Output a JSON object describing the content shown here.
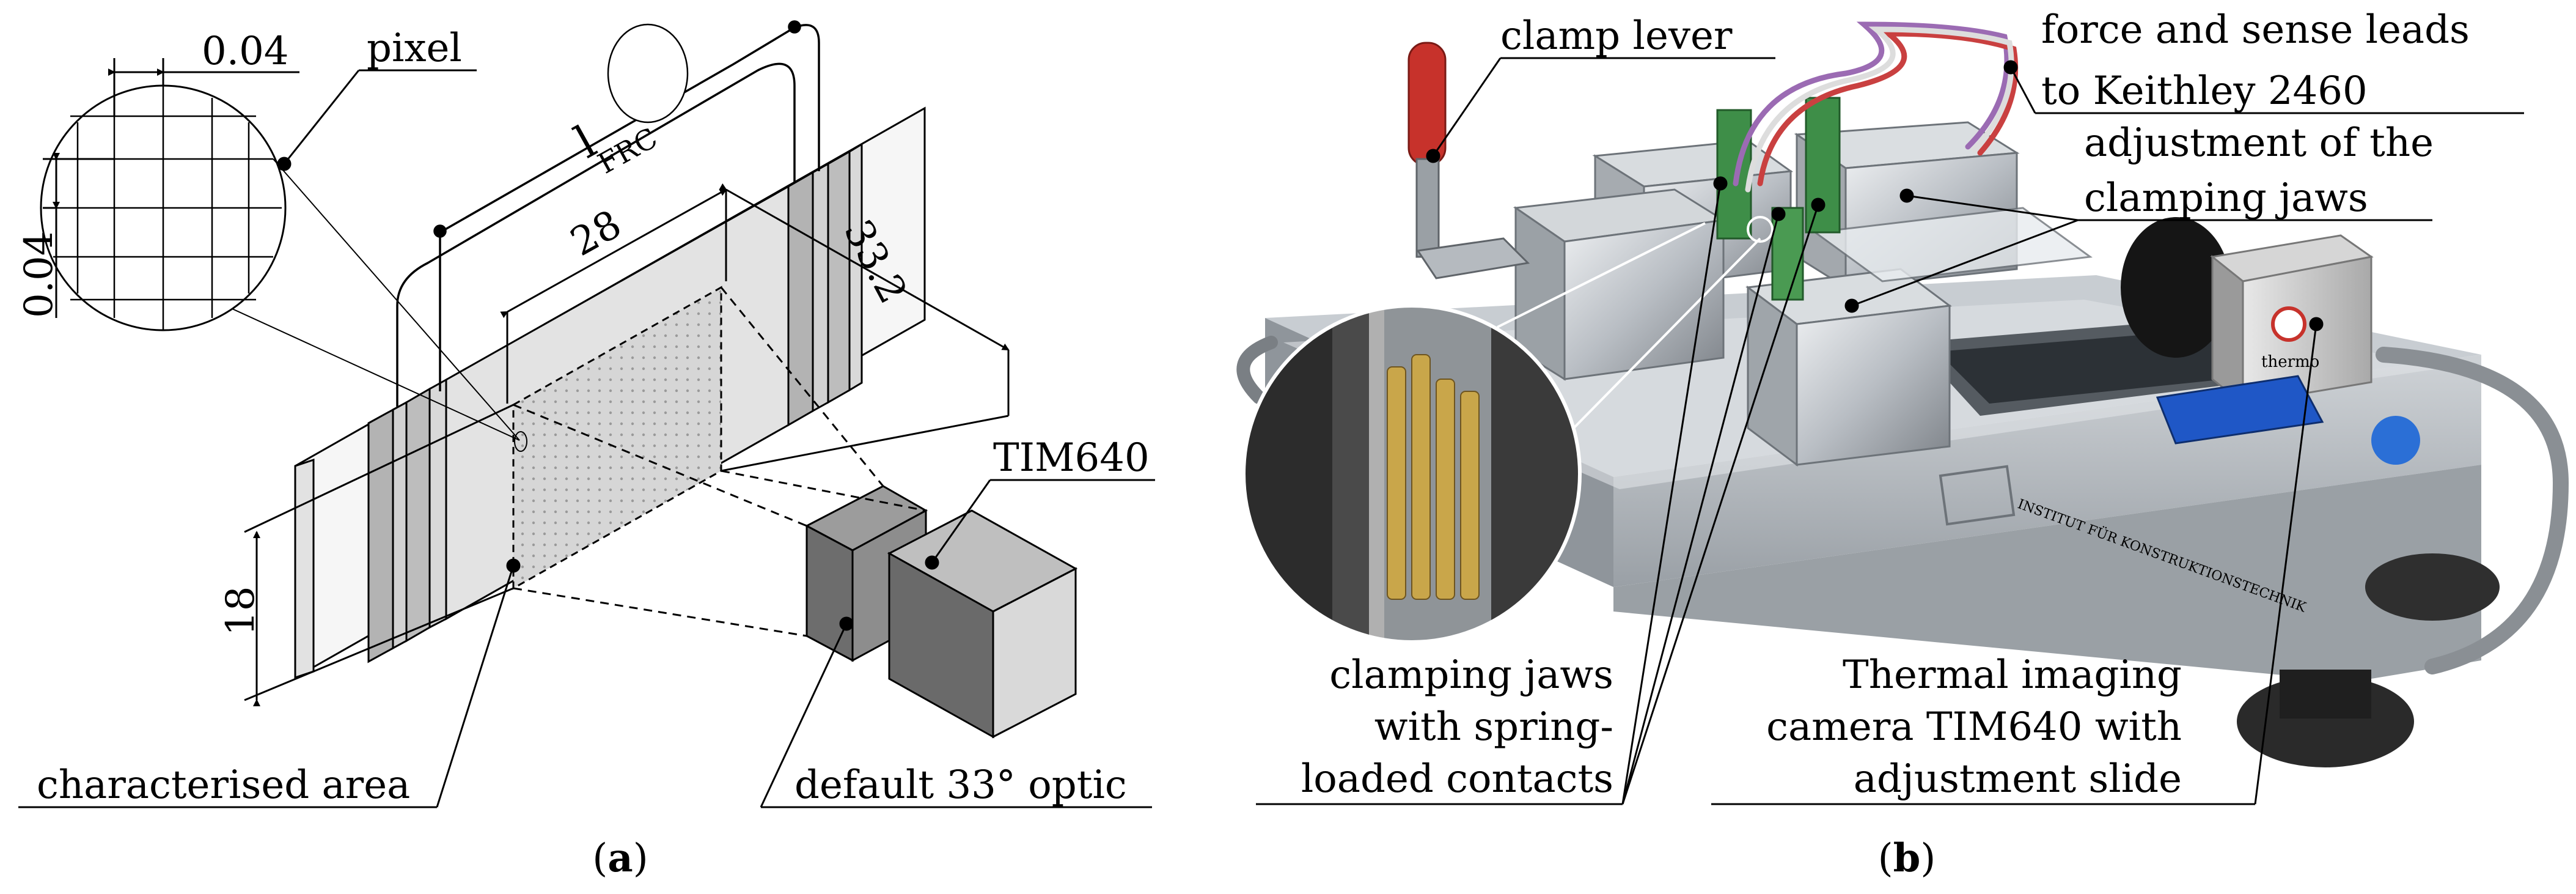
{
  "panel_a": {
    "dimensions": {
      "pixel_width": "0.04",
      "pixel_height": "0.04",
      "length": "28",
      "diagonal": "33.2",
      "height": "18"
    },
    "frc_symbol": "l",
    "frc_subscript": "FRC",
    "labels": {
      "pixel": "pixel",
      "camera": "TIM640",
      "area": "characterised area",
      "optic": "default 33° optic"
    },
    "caption_open": "(",
    "caption_letter": "a",
    "caption_close": ")"
  },
  "panel_b": {
    "labels": {
      "clamp_lever": "clamp lever",
      "leads_line1": "force and sense leads",
      "leads_line2": "to Keithley 2460",
      "adjust_line1": "adjustment of the",
      "adjust_line2": "clamping jaws",
      "jaws_line1": "clamping jaws",
      "jaws_line2": "with spring-",
      "jaws_line3": "loaded contacts",
      "thermal_line1": "Thermal imaging",
      "thermal_line2": "camera TIM640  with",
      "thermal_line3": "adjustment slide"
    },
    "camera_brand": "thermo",
    "logo_text": "INSTITUT FÜR KONSTRUKTIONSTECHNIK",
    "caption_open": "(",
    "caption_letter": "b",
    "caption_close": ")"
  }
}
